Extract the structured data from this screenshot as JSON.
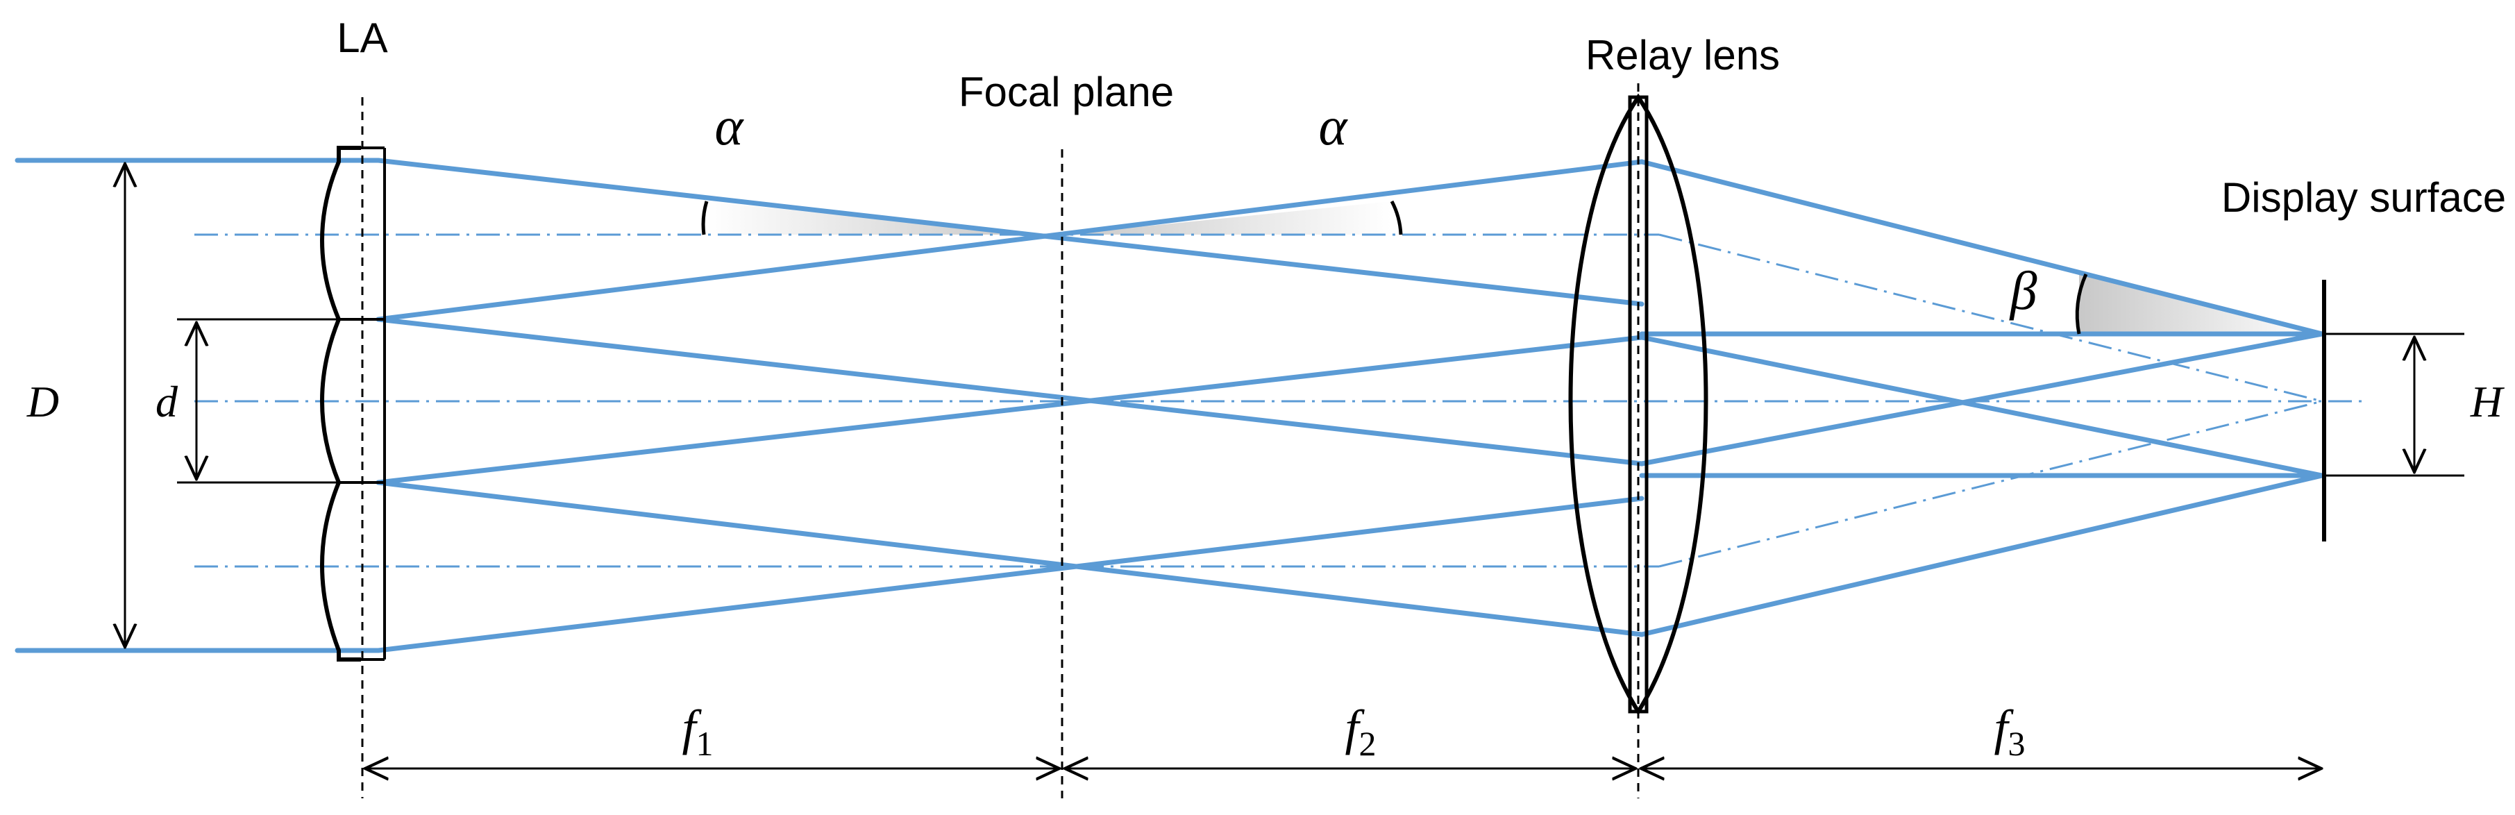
{
  "labels": {
    "la": "LA",
    "focal_plane": "Focal plane",
    "relay_lens": "Relay lens",
    "display_surface": "Display surface",
    "alpha_left": "α",
    "alpha_right": "α",
    "beta": "β",
    "D": "D",
    "d": "d",
    "H": "H",
    "f1": "f",
    "f1_sub": "1",
    "f2": "f",
    "f2_sub": "2",
    "f3": "f",
    "f3_sub": "3"
  },
  "colors": {
    "ray": "#5B9BD5",
    "outline": "#000000",
    "angle_fill": "#c8c8c8"
  }
}
